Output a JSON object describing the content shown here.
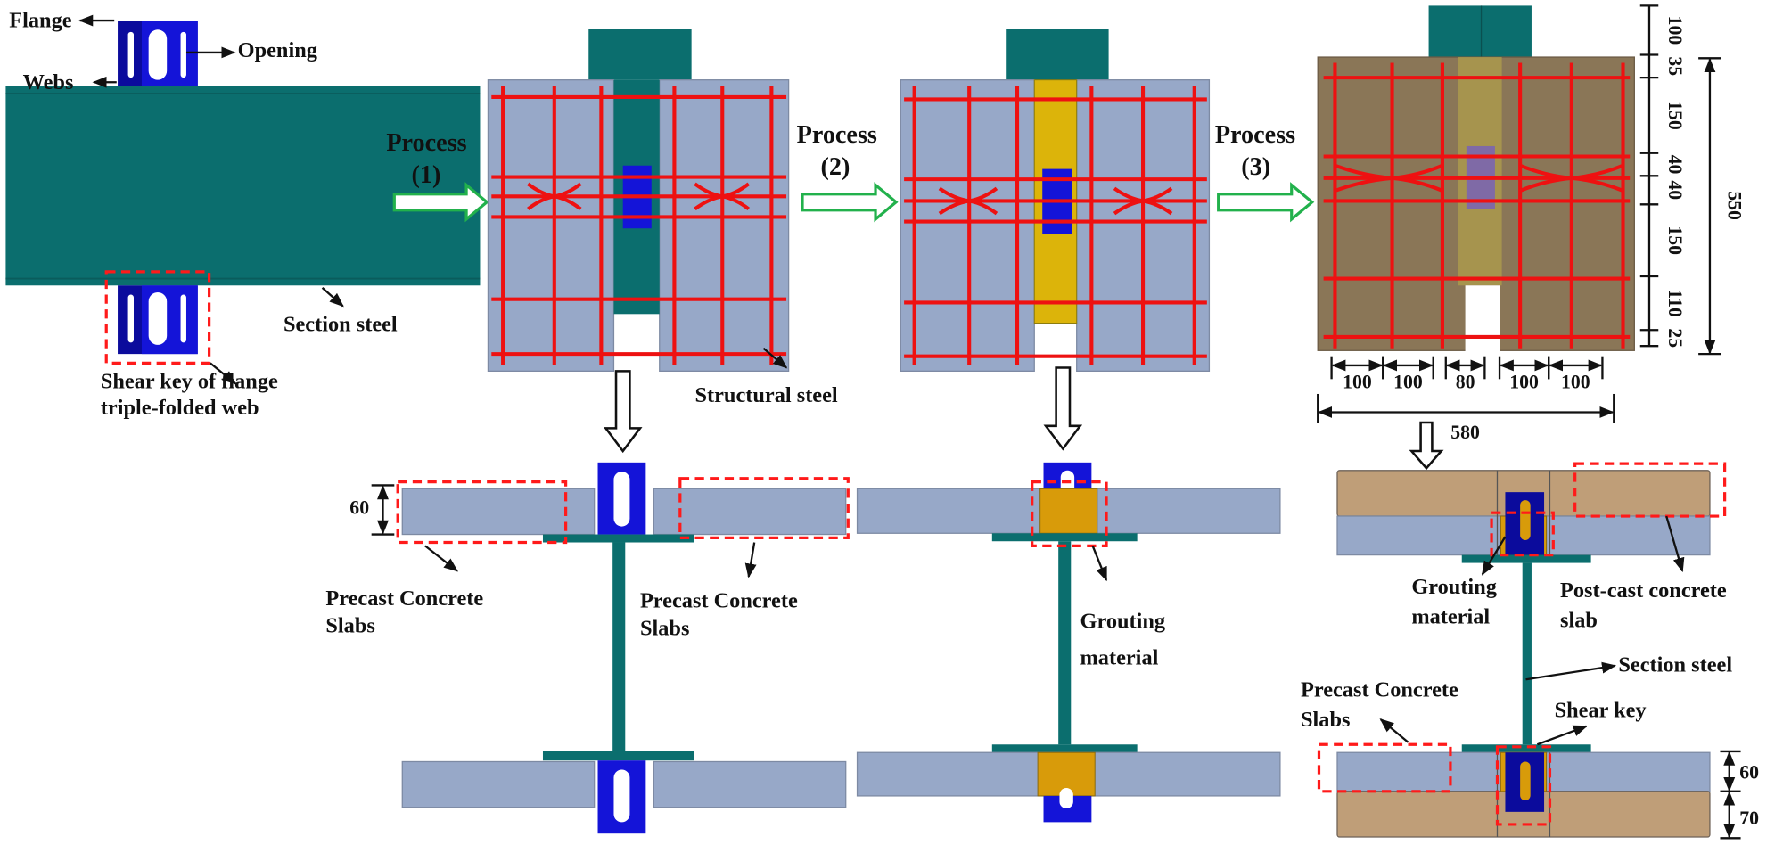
{
  "panel_a": {
    "flange": "Flange",
    "webs": "Webs",
    "opening": "Opening",
    "section_steel": "Section steel",
    "shear_key_line1": "Shear key of flange",
    "shear_key_line2": "triple-folded web"
  },
  "process": [
    {
      "word": "Process",
      "num": "(1)"
    },
    {
      "word": "Process",
      "num": "(2)"
    },
    {
      "word": "Process",
      "num": "(3)"
    }
  ],
  "panel_b": {
    "structural_steel": "Structural steel",
    "dim_60": "60",
    "precast_left_1": "Precast Concrete",
    "precast_left_2": "Slabs",
    "precast_right_1": "Precast Concrete",
    "precast_right_2": "Slabs"
  },
  "panel_c": {
    "grouting_1": "Grouting",
    "grouting_2": "material"
  },
  "panel_d": {
    "vertical_dims": [
      "100",
      "35",
      "150",
      "40",
      "40",
      "150",
      "110",
      "25"
    ],
    "total_height": "550",
    "horizontal_dims": [
      "100",
      "100",
      "80",
      "100",
      "100"
    ],
    "total_width": "580",
    "grouting_1": "Grouting",
    "grouting_2": "material",
    "postcast_1": "Post-cast concrete",
    "postcast_2": "slab",
    "section_steel": "Section steel",
    "precast_1": "Precast Concrete",
    "precast_2": "Slabs",
    "shear_key": "Shear key",
    "dim_60": "60",
    "dim_70": "70"
  },
  "colors": {
    "section_steel": "#0b6e6e",
    "shear_key": "#1414d8",
    "precast_concrete": "#97a8c8",
    "post_cast_concrete": "#bf9e78",
    "grouting": "#d89b0a",
    "rebar": "#ee1111",
    "process_arrow": "#22b14c",
    "highlight_box": "#ff1a1a"
  }
}
